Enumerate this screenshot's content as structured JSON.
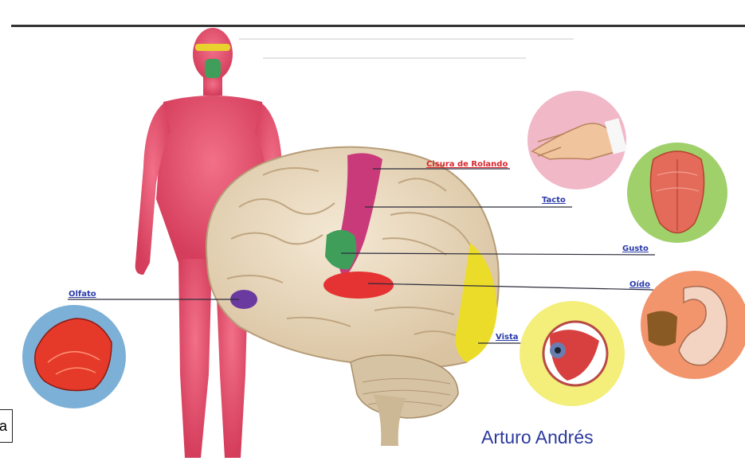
{
  "labels": {
    "cisura": "Cisura de Rolando",
    "tacto": "Tacto",
    "gusto": "Gusto",
    "oido": "Oído",
    "olfato": "Olfato",
    "vista": "Vista"
  },
  "author": "Arturo Andrés",
  "edge_fragment": "a",
  "colors": {
    "body": "#e8506b",
    "brain": "#eadbc3",
    "rolando_stripe": "#c93a7a",
    "gusto_area": "#3f9e5a",
    "oido_area": "#e53232",
    "olfato_area": "#6b3aa0",
    "vista_area": "#ecdc2a",
    "label_red": "#d8242a",
    "label_blue": "#2a3aa8"
  },
  "icons": [
    "hand-touch-icon",
    "tongue-icon",
    "ear-icon",
    "eye-icon",
    "nose-icon"
  ]
}
